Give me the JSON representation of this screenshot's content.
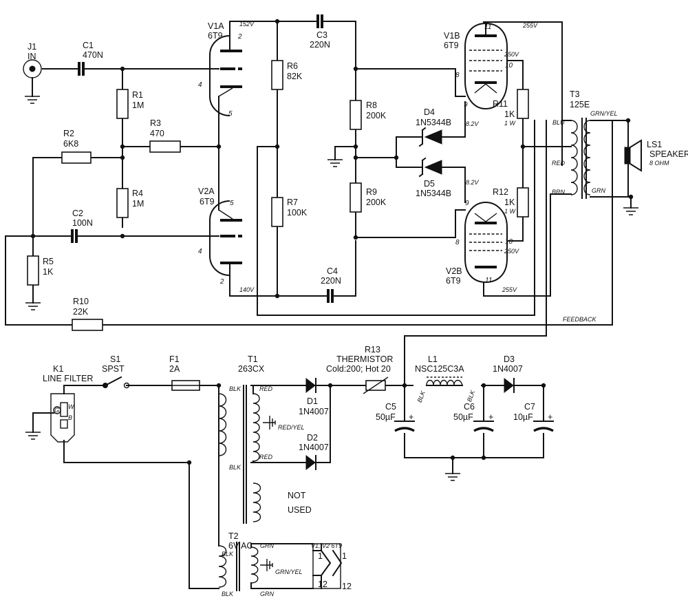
{
  "components": {
    "j1": {
      "ref": "J1",
      "value": "IN"
    },
    "c1": {
      "ref": "C1",
      "value": "470N"
    },
    "r1": {
      "ref": "R1",
      "value": "1M"
    },
    "r2": {
      "ref": "R2",
      "value": "6K8"
    },
    "r3": {
      "ref": "R3",
      "value": "470"
    },
    "r4": {
      "ref": "R4",
      "value": "1M"
    },
    "c2": {
      "ref": "C2",
      "value": "100N"
    },
    "r5": {
      "ref": "R5",
      "value": "1K"
    },
    "r10": {
      "ref": "R10",
      "value": "22K"
    },
    "v1a": {
      "ref": "V1A",
      "value": "6T9"
    },
    "v2a": {
      "ref": "V2A",
      "value": "6T9"
    },
    "r6": {
      "ref": "R6",
      "value": "82K"
    },
    "r7": {
      "ref": "R7",
      "value": "100K"
    },
    "c3": {
      "ref": "C3",
      "value": "220N"
    },
    "c4": {
      "ref": "C4",
      "value": "220N"
    },
    "r8": {
      "ref": "R8",
      "value": "200K"
    },
    "r9": {
      "ref": "R9",
      "value": "200K"
    },
    "d4": {
      "ref": "D4",
      "value": "1N5344B"
    },
    "d5": {
      "ref": "D5",
      "value": "1N5344B"
    },
    "v1b": {
      "ref": "V1B",
      "value": "6T9"
    },
    "v2b": {
      "ref": "V2B",
      "value": "6T9"
    },
    "r11": {
      "ref": "R11",
      "value": "1K",
      "rating": "1 W"
    },
    "r12": {
      "ref": "R12",
      "value": "1K",
      "rating": "1 W"
    },
    "t3": {
      "ref": "T3",
      "value": "125E"
    },
    "ls1": {
      "ref": "LS1",
      "value": "SPEAKER",
      "impedance": "8 OHM"
    },
    "k1": {
      "ref": "K1",
      "value": "LINE FILTER"
    },
    "s1": {
      "ref": "S1",
      "value": "SPST"
    },
    "f1": {
      "ref": "F1",
      "value": "2A"
    },
    "t1": {
      "ref": "T1",
      "value": "263CX"
    },
    "d1": {
      "ref": "D1",
      "value": "1N4007"
    },
    "d2": {
      "ref": "D2",
      "value": "1N4007"
    },
    "r13": {
      "ref": "R13",
      "value": "THERMISTOR",
      "spec": "Cold:200; Hot 20"
    },
    "l1": {
      "ref": "L1",
      "value": "NSC125C3A"
    },
    "d3": {
      "ref": "D3",
      "value": "1N4007"
    },
    "c5": {
      "ref": "C5",
      "value": "50µF"
    },
    "c6": {
      "ref": "C6",
      "value": "50µF"
    },
    "c7": {
      "ref": "C7",
      "value": "10µF"
    },
    "t2": {
      "ref": "T2",
      "value": "6V AC"
    }
  },
  "voltages": {
    "v1a_plate": "152V",
    "v2a_plate": "140V",
    "v1b_plate": "255V",
    "v2b_plate": "255V",
    "v1b_screen": "250V",
    "v2b_screen": "250V",
    "v1b_cathode": "8.2V",
    "v2b_cathode": "8.2V"
  },
  "pins": {
    "v1a": [
      "2",
      "4",
      "5"
    ],
    "v2a": [
      "5",
      "4",
      "2"
    ],
    "v1b": [
      "11",
      "8",
      "10",
      "9"
    ],
    "v2b": [
      "9",
      "8",
      "10",
      "11"
    ]
  },
  "wire_colors": {
    "t3_primary": [
      "BLU",
      "RED",
      "BRN"
    ],
    "t3_secondary": [
      "GRN/YEL",
      "GRN"
    ],
    "t1_primary": [
      "BLK",
      "BLK"
    ],
    "t1_secondary": [
      "RED",
      "RED/YEL",
      "RED"
    ],
    "t2_primary": [
      "BLK",
      "BLK"
    ],
    "t2_secondary": [
      "GRN",
      "GRN/YEL",
      "GRN"
    ],
    "l1": [
      "BLK",
      "BLK"
    ]
  },
  "labels": {
    "feedback": "FEEDBACK",
    "not_used": [
      "NOT",
      "USED"
    ],
    "heater_ref": "V1, V2 6T9",
    "heater_pins": [
      "1",
      "1",
      "12",
      "12"
    ],
    "line_filter_pins": [
      "W",
      "B",
      "G"
    ],
    "cap_polarity": "+"
  }
}
